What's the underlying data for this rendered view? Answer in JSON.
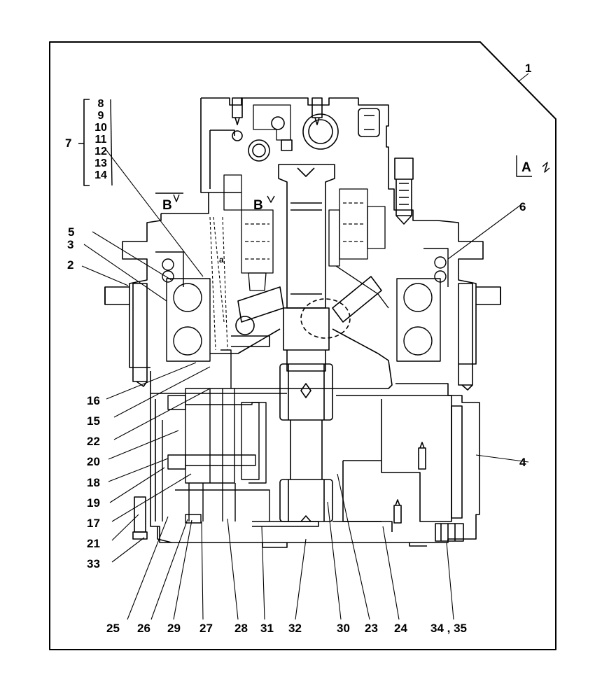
{
  "diagram": {
    "frame_number": "1",
    "group_label": "7",
    "group_items": [
      "8",
      "9",
      "10",
      "11",
      "12",
      "13",
      "14"
    ],
    "view_marks": [
      "A",
      "B",
      "B"
    ],
    "callouts": {
      "c2": "2",
      "c3": "3",
      "c4": "4",
      "c5": "5",
      "c6": "6",
      "c15": "15",
      "c16": "16",
      "c17": "17",
      "c18": "18",
      "c19": "19",
      "c20": "20",
      "c21": "21",
      "c22": "22",
      "c33": "33",
      "b25": "25",
      "b26": "26",
      "b29": "29",
      "b27": "27",
      "b28": "28",
      "b31": "31",
      "b32": "32",
      "b30": "30",
      "b23": "23",
      "b24": "24",
      "b3435": "34 , 35"
    },
    "section_marker": "a"
  }
}
